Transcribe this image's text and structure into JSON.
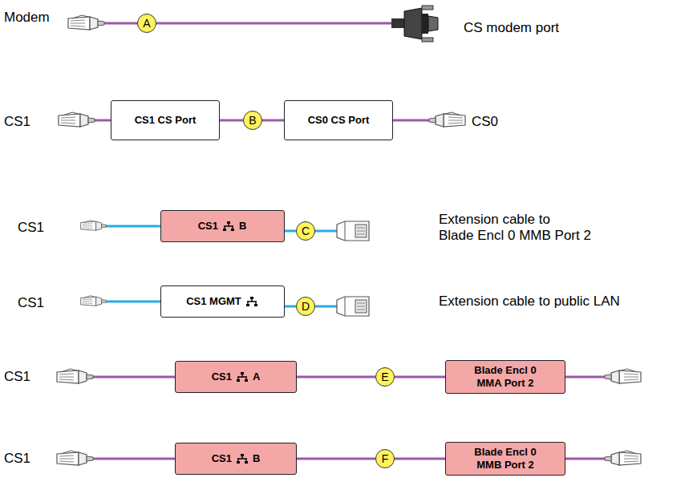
{
  "diagram": {
    "nodes": [
      {
        "text": [
          "A"
        ]
      },
      {
        "text": [
          "CS1 CS Port"
        ]
      },
      {
        "text": [
          "B"
        ]
      },
      {
        "text": [
          "CS0 CS Port"
        ]
      },
      {
        "text": [
          "CS1",
          "B"
        ]
      },
      {
        "text": [
          "C"
        ]
      },
      {
        "text": [
          "CS1 MGMT"
        ]
      },
      {
        "text": [
          "D"
        ]
      },
      {
        "text": [
          "CS1",
          "A"
        ]
      },
      {
        "text": [
          "E"
        ]
      },
      {
        "text": [
          "Blade Encl 0 MMA Port 2"
        ]
      },
      {
        "text": [
          "CS1",
          "B"
        ]
      },
      {
        "text": [
          "F"
        ]
      },
      {
        "text": [
          "Blade Encl 0 MMB Port 2"
        ]
      }
    ],
    "edges": [
      {
        "from": 1,
        "to": 2,
        "arrow": "none"
      },
      {
        "from": 2,
        "to": 3,
        "arrow": "none"
      },
      {
        "from": 4,
        "to": 5,
        "arrow": "none"
      },
      {
        "from": 6,
        "to": 7,
        "arrow": "none"
      },
      {
        "from": 8,
        "to": 9,
        "arrow": "none"
      },
      {
        "from": 9,
        "to": 10,
        "arrow": "none"
      },
      {
        "from": 11,
        "to": 12,
        "arrow": "none"
      },
      {
        "from": 12,
        "to": 13,
        "arrow": "none"
      }
    ],
    "labels": [
      "Modem",
      "CS modem port",
      "CS1",
      "CS0",
      "CS1",
      "Extension cable to Blade Encl 0 MMB Port 2",
      "CS1",
      "Extension cable to public LAN",
      "CS1",
      "CS1"
    ]
  }
}
